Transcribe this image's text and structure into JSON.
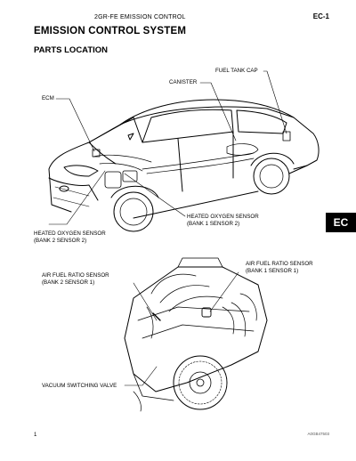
{
  "header": {
    "small_text": "2GR-FE EMISSION CONTROL",
    "small_text_faint": "",
    "page_number": "EC-1"
  },
  "title": "EMISSION CONTROL SYSTEM",
  "subtitle": "PARTS LOCATION",
  "labels": {
    "fuel_tank_cap": "FUEL TANK CAP",
    "canister": "CANISTER",
    "ecm": "ECM",
    "heated_oxygen_sensor_bank1_line1": "HEATED OXYGEN SENSOR",
    "heated_oxygen_sensor_bank1_line2": "(BANK 1 SENSOR 2)",
    "heated_oxygen_sensor_bank2_line1": "HEATED OXYGEN SENSOR",
    "heated_oxygen_sensor_bank2_line2": "(BANK 2 SENSOR 2)",
    "af_sensor_bank2_line1": "AIR FUEL RATIO SENSOR",
    "af_sensor_bank2_line2": "(BANK 2 SENSOR 1)",
    "af_sensor_bank1_line1": "AIR FUEL RATIO SENSOR",
    "af_sensor_bank1_line2": "(BANK 1 SENSOR 1)",
    "vacuum_switching_valve": "VACUUM SWITCHING VALVE"
  },
  "section_tab": "EC",
  "footer": {
    "left_mark": "1",
    "right_code": "A0GB47503"
  }
}
